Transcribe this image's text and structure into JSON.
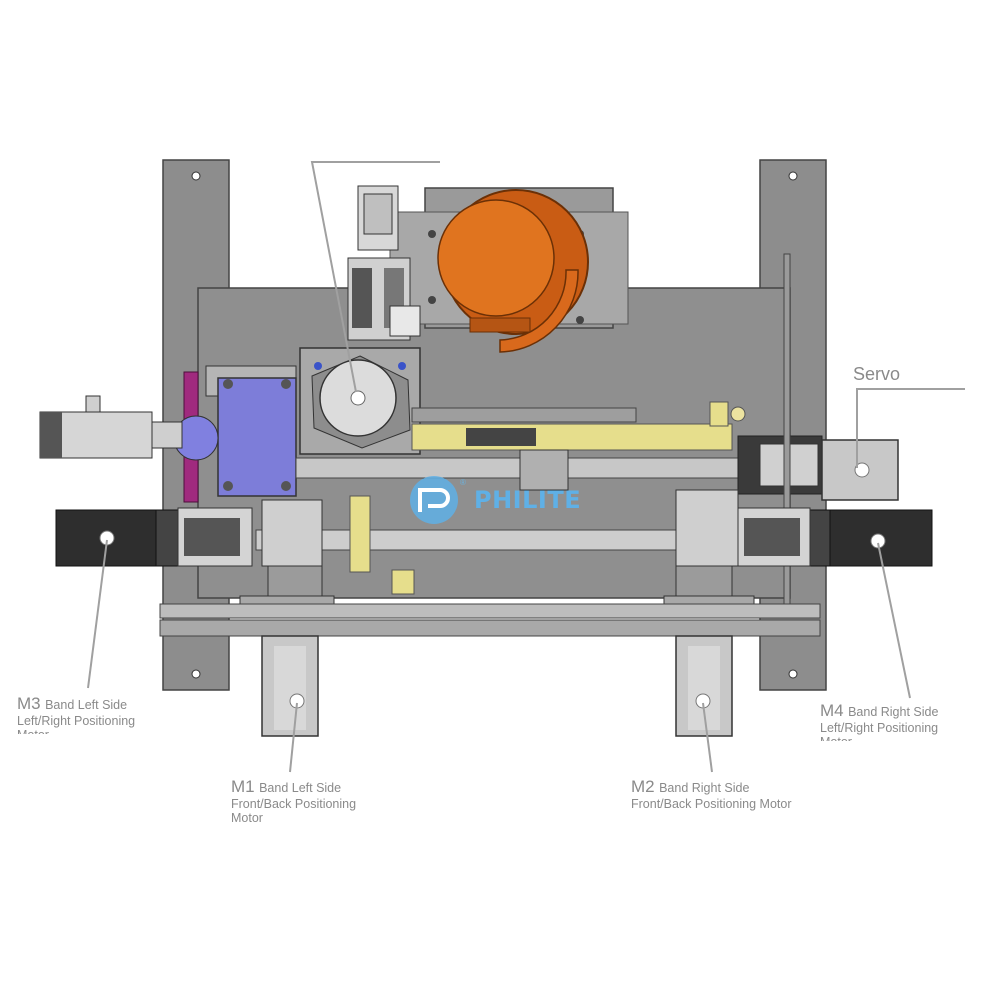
{
  "brand": {
    "name": "PHILITE",
    "registered_mark": "®",
    "primary_color": "#5fb0e6",
    "accent_color": "#2f8fd6"
  },
  "colors": {
    "frame": "#8a8a8a",
    "frame_dark": "#6f6f6f",
    "motor_body": "#303030",
    "orange_reel": "#d9691c",
    "blue_block": "#7d7dd9",
    "yellow_rail": "#e6de8c",
    "magenta_plate": "#a02a7e",
    "callout_line": "#9a9a9a",
    "label_text": "#8a8a8a"
  },
  "callouts": {
    "servo": {
      "code": "Servo"
    },
    "m1": {
      "code": "M1",
      "lines": [
        "Band Left Side",
        "Front/Back Positioning",
        "Motor"
      ]
    },
    "m2": {
      "code": "M2",
      "lines": [
        "Band Right Side",
        "Front/Back Positioning Motor"
      ]
    },
    "m3": {
      "code": "M3",
      "lines": [
        "Band Left Side",
        "Left/Right Positioning",
        "Motor"
      ]
    },
    "m4": {
      "code": "M4",
      "lines": [
        "Band Right Side",
        "Left/Right Positioning",
        "Motor"
      ]
    }
  }
}
